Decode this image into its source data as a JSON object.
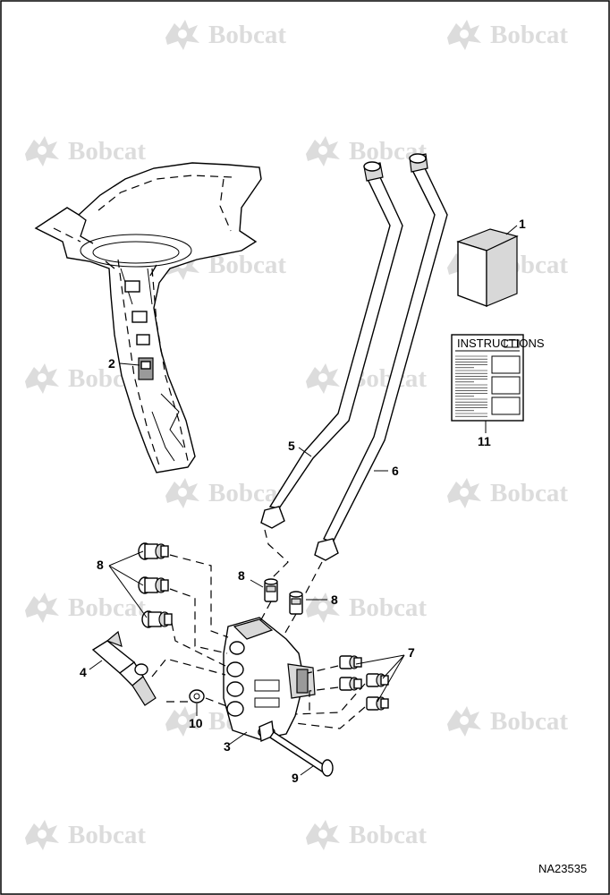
{
  "watermark": {
    "text": "Bobcat",
    "color": "#dcdcdc"
  },
  "callouts": [
    {
      "id": "1",
      "label": "1"
    },
    {
      "id": "2",
      "label": "2"
    },
    {
      "id": "3",
      "label": "3"
    },
    {
      "id": "4",
      "label": "4"
    },
    {
      "id": "5",
      "label": "5"
    },
    {
      "id": "6",
      "label": "6"
    },
    {
      "id": "7",
      "label": "7"
    },
    {
      "id": "8a",
      "label": "8"
    },
    {
      "id": "8b",
      "label": "8"
    },
    {
      "id": "8c",
      "label": "8"
    },
    {
      "id": "9",
      "label": "9"
    },
    {
      "id": "10",
      "label": "10"
    },
    {
      "id": "11",
      "label": "11"
    }
  ],
  "instructions_sheet": {
    "header": "INSTRUCTIONS"
  },
  "reference_code": "NA23535",
  "colors": {
    "line": "#000000",
    "background": "#ffffff",
    "shade": "#d8d8d8"
  }
}
